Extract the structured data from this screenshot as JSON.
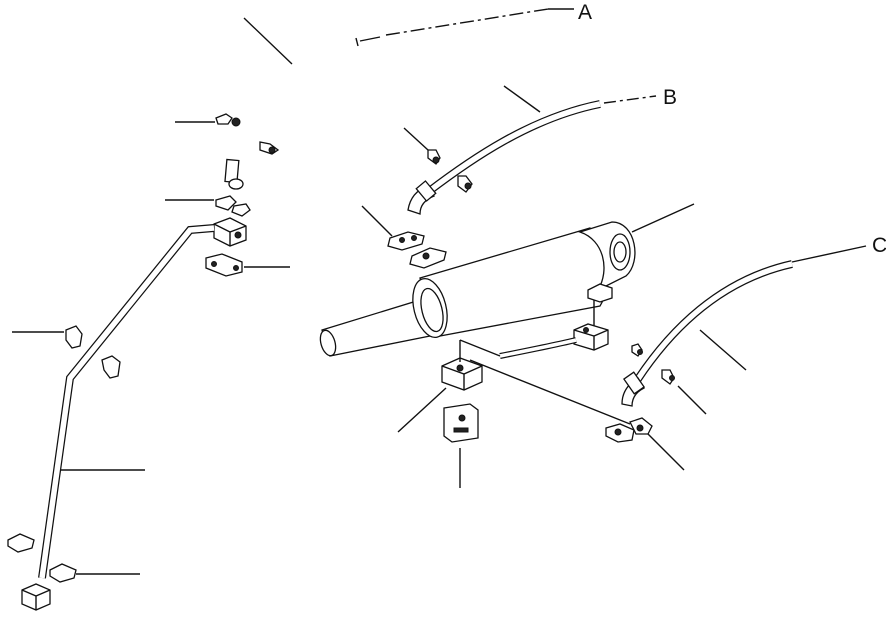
{
  "diagram": {
    "callouts": {
      "a": "A",
      "b": "B",
      "c": "C"
    }
  }
}
